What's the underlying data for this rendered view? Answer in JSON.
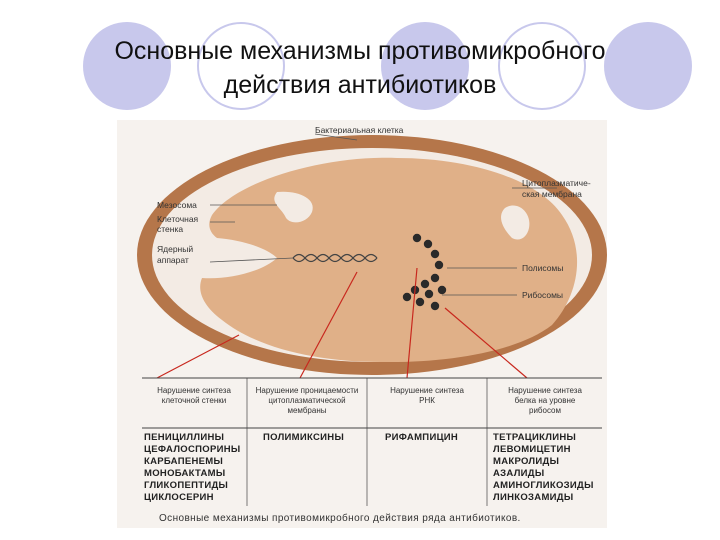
{
  "slide": {
    "title_line1": "Основные механизмы противомикробного",
    "title_line2": "действия антибиотиков"
  },
  "diagram": {
    "cell_label": "Бактериальная клетка",
    "labels": {
      "mesosome": "Мезосома",
      "cell_wall_1": "Клеточная",
      "cell_wall_2": "стенка",
      "nucleus_1": "Ядерный",
      "nucleus_2": "аппарат",
      "membrane_1": "Цитоплазматиче-",
      "membrane_2": "ская мембрана",
      "polysome": "Полисомы",
      "ribosomes": "Рибосомы"
    },
    "columns": [
      {
        "header": [
          "Нарушение синтеза",
          "клеточной стенки"
        ],
        "drugs": [
          "ПЕНИЦИЛЛИНЫ",
          "ЦЕФАЛОСПОРИНЫ",
          "КАРБАПЕНЕМЫ",
          "МОНОБАКТАМЫ",
          "ГЛИКОПЕПТИДЫ",
          "ЦИКЛОСЕРИН"
        ]
      },
      {
        "header": [
          "Нарушение проницаемости",
          "цитоплазматической",
          "мембраны"
        ],
        "drugs": [
          "ПОЛИМИКСИНЫ"
        ]
      },
      {
        "header": [
          "Нарушение синтеза",
          "РНК"
        ],
        "drugs": [
          "РИФАМПИЦИН"
        ]
      },
      {
        "header": [
          "Нарушение синтеза",
          "белка на уровне",
          "рибосом"
        ],
        "drugs": [
          "ТЕТРАЦИКЛИНЫ",
          "ЛЕВОМИЦЕТИН",
          "МАКРОЛИДЫ",
          "АЗАЛИДЫ",
          "АМИНОГЛИКОЗИДЫ",
          "ЛИНКОЗАМИДЫ"
        ]
      }
    ],
    "caption": "Основные механизмы противомикробного действия ряда антибиотиков.",
    "colors": {
      "cell_wall": "#b5764a",
      "cytoplasm": "#e0b088",
      "pointer_red": "#c8281e",
      "ribosome": "#2a2a2a"
    }
  }
}
